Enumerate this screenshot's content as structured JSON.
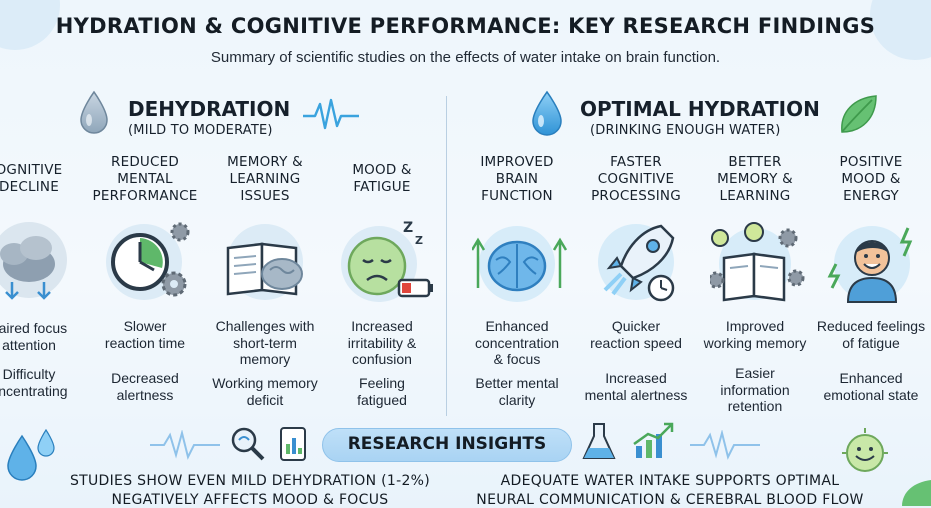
{
  "header": {
    "title": "HYDRATION & COGNITIVE PERFORMANCE: KEY RESEARCH FINDINGS",
    "subtitle": "Summary of scientific studies on the effects of water intake on brain function."
  },
  "dehydration": {
    "title": "DEHYDRATION",
    "subtitle": "(MILD TO MODERATE)",
    "columns": [
      {
        "heading": "OGNITIVE\nDECLINE",
        "icon": "cloud-brain-icon",
        "facts": [
          "paired focus\n attention",
          "Difficulty\noncentrating"
        ]
      },
      {
        "heading": "REDUCED\nMENTAL\nPERFORMANCE",
        "icon": "stopwatch-gears-icon",
        "facts": [
          "Slower\nreaction time",
          "Decreased\nalertness"
        ]
      },
      {
        "heading": "MEMORY &\nLEARNING\nISSUES",
        "icon": "book-brain-icon",
        "facts": [
          "Challenges with\nshort-term\nmemory",
          "Working memory\ndeficit"
        ]
      },
      {
        "heading": "MOOD &\nFATIGUE",
        "icon": "tired-face-icon",
        "facts": [
          "Increased\nirritability &\nconfusion",
          "Feeling\nfatigued"
        ]
      }
    ]
  },
  "hydration": {
    "title": "OPTIMAL HYDRATION",
    "subtitle": "(DRINKING ENOUGH WATER)",
    "columns": [
      {
        "heading": "IMPROVED\nBRAIN\nFUNCTION",
        "icon": "glowing-brain-icon",
        "facts": [
          "Enhanced\nconcentration\n& focus",
          "Better mental\nclarity"
        ]
      },
      {
        "heading": "FASTER\nCOGNITIVE\nPROCESSING",
        "icon": "rocket-icon",
        "facts": [
          "Quicker\nreaction speed",
          "Increased\nmental alertness"
        ]
      },
      {
        "heading": "BETTER\nMEMORY &\nLEARNING",
        "icon": "book-bulbs-icon",
        "facts": [
          "Improved\nworking memory",
          "Easier\ninformation\nretention"
        ]
      },
      {
        "heading": "POSITIVE\nMOOD &\nENERGY",
        "icon": "happy-person-icon",
        "facts": [
          "Reduced feelings\nof fatigue",
          "Enhanced\nemotional state"
        ]
      }
    ]
  },
  "insights": {
    "label": "RESEARCH INSIGHTS",
    "left": "STUDIES SHOW EVEN MILD DEHYDRATION (1-2%)\nNEGATIVELY AFFECTS MOOD & FOCUS",
    "right": "ADEQUATE WATER INTAKE SUPPORTS OPTIMAL\nNEURAL COMMUNICATION & CEREBRAL BLOOD FLOW"
  },
  "colors": {
    "water": "#5fb2e8",
    "brain": "#8fc7ef",
    "leaf": "#5cb86a",
    "accent": "#3a8fd0"
  }
}
